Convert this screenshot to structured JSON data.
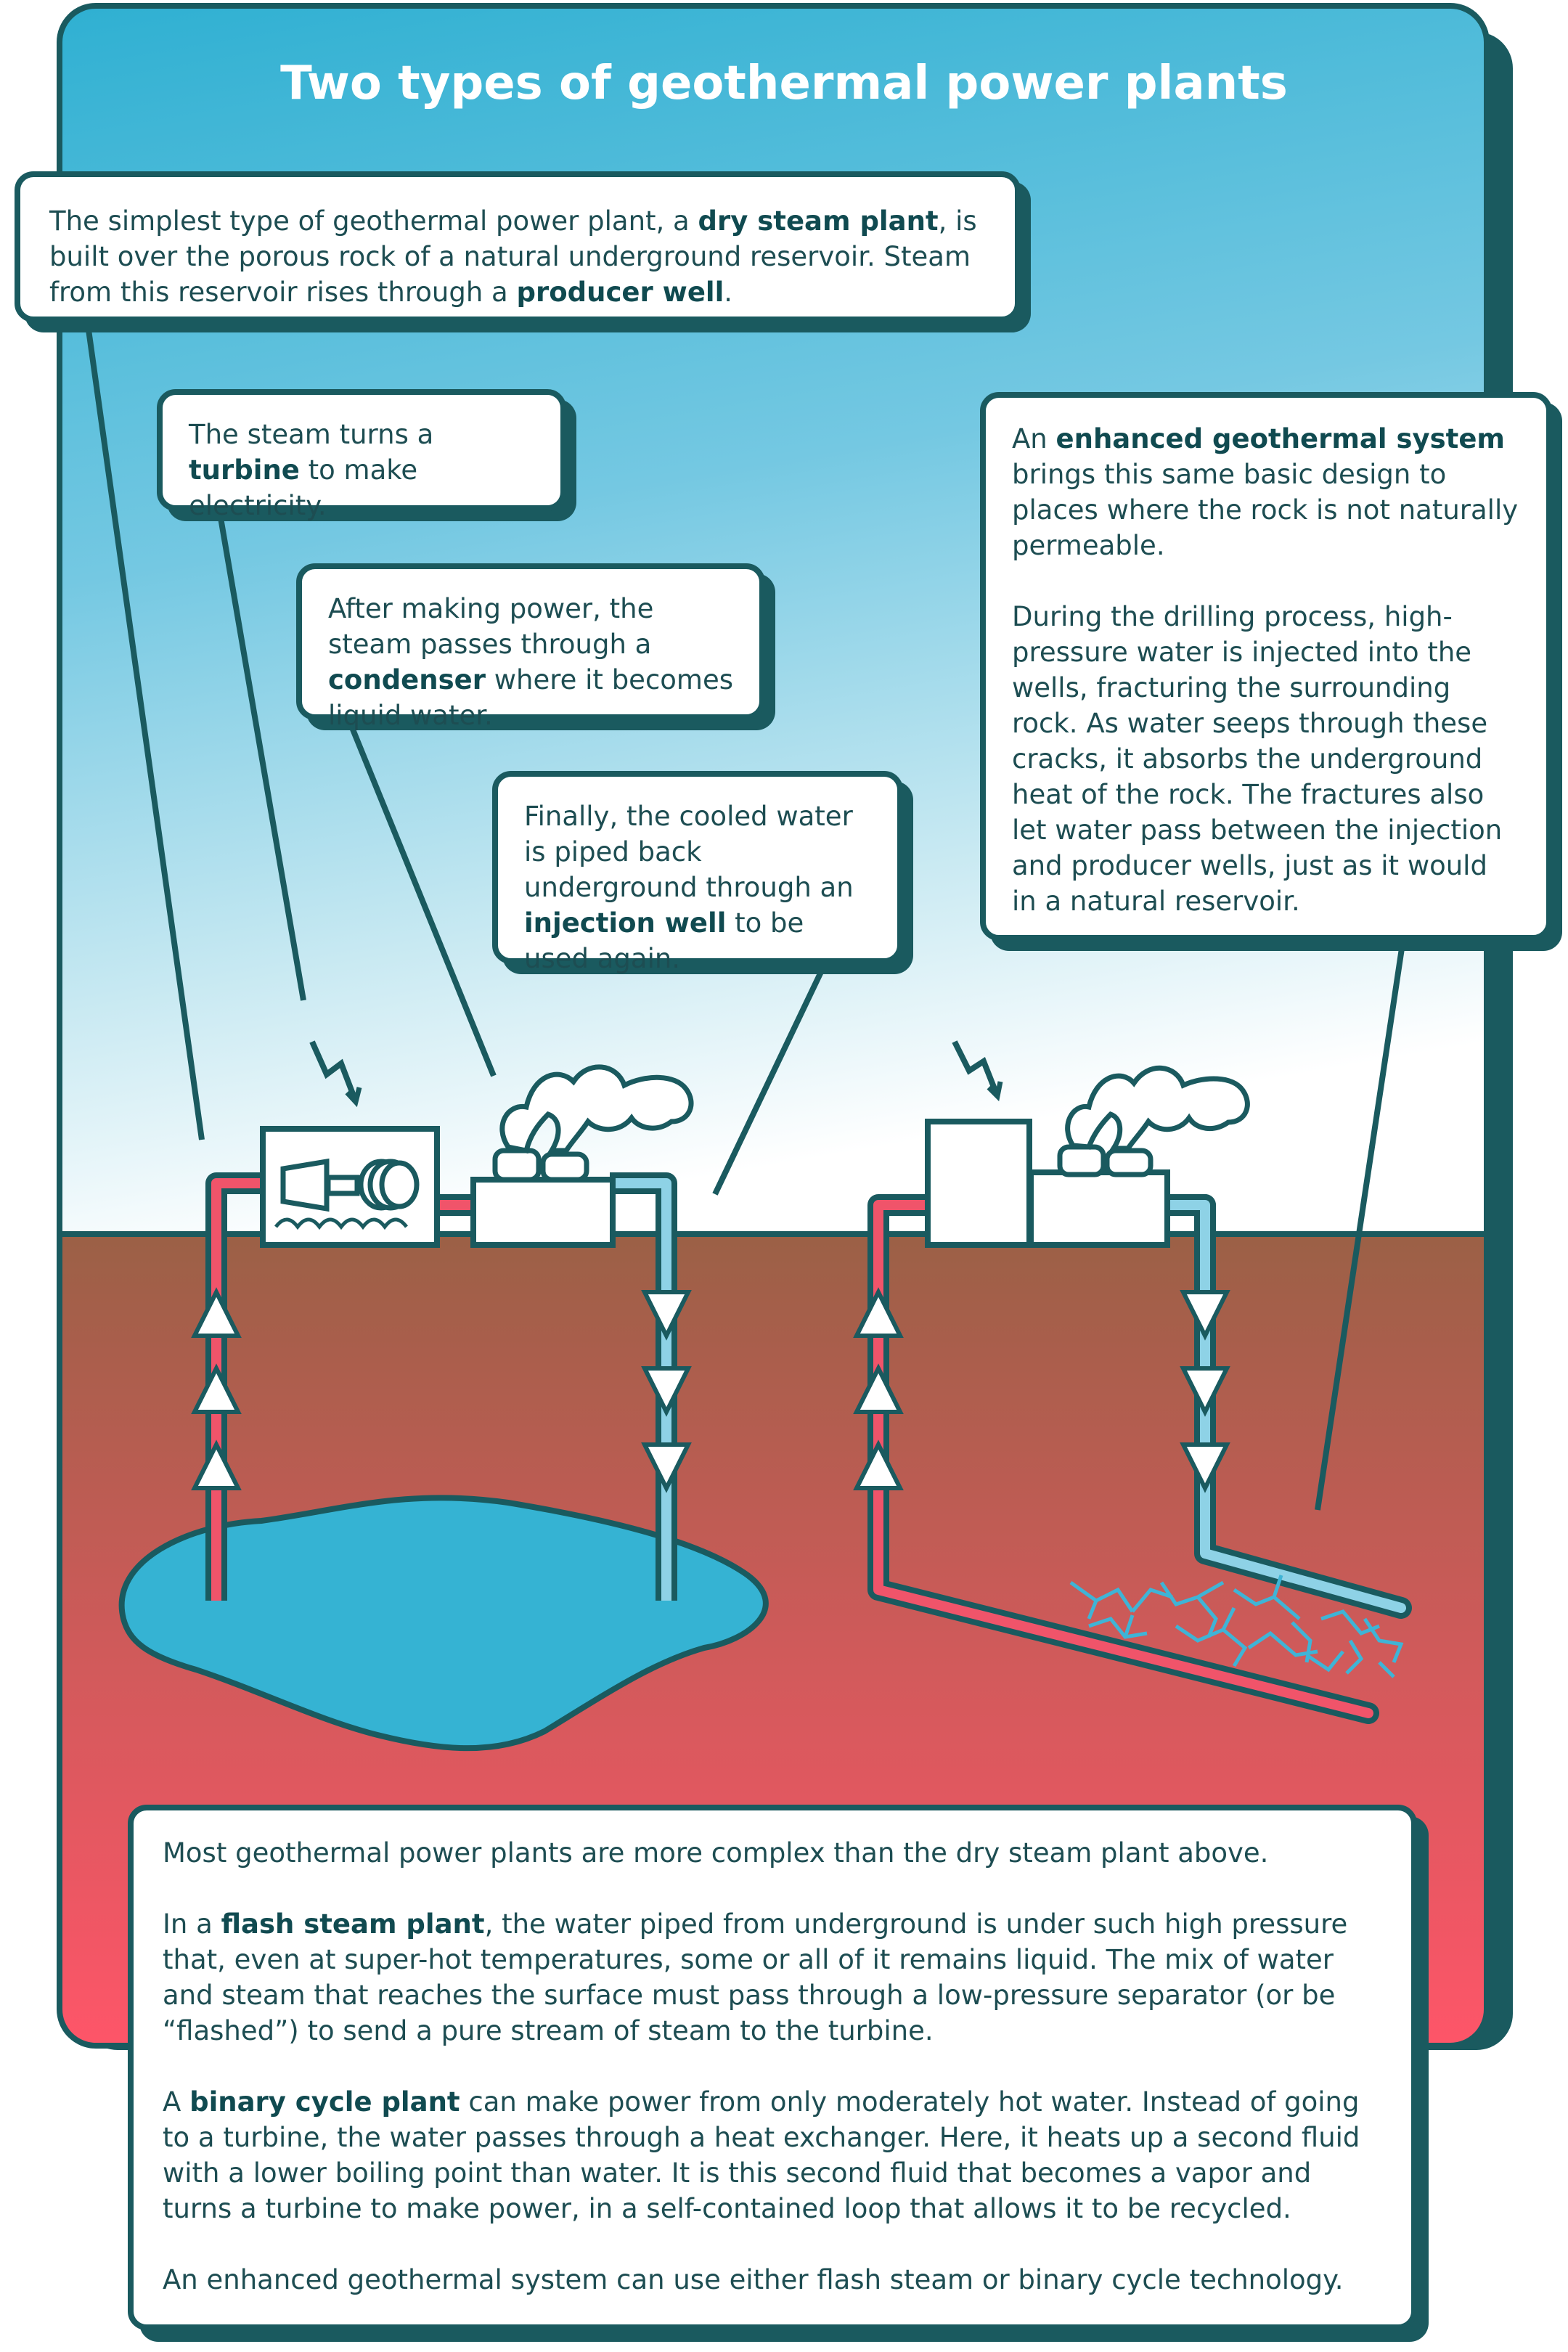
{
  "title": "Two types of geothermal power plants",
  "callouts": {
    "dry_steam": {
      "pre1": "The simplest type of geothermal power plant, a ",
      "b1": "dry steam plant",
      "mid1": ", is built over the porous rock of a natural underground reservoir. Steam from this reservoir rises through a ",
      "b2": "producer well",
      "post": "."
    },
    "turbine": {
      "pre": "The steam turns a ",
      "b": "turbine",
      "post": " to make electricity."
    },
    "condenser": {
      "pre": "After making power, the steam passes through a ",
      "b": "condenser",
      "post": " where it becomes liquid water."
    },
    "injection": {
      "pre": "Finally, the cooled water is piped back underground through an ",
      "b": "injection well",
      "post": " to be used again."
    },
    "egs": {
      "pre": "An ",
      "b": "enhanced geothermal system",
      "post": " brings this same basic design to places where the rock is not naturally permeable.",
      "para2": "During the drilling process, high-pressure water is injected into the wells, fracturing the surrounding rock. As water seeps through these cracks, it absorbs the underground heat of the rock. The fractures also let water pass between the injection and producer wells, just as it would in a natural reservoir."
    }
  },
  "bottom": {
    "p1": "Most geothermal power plants are more complex than the dry steam plant above.",
    "p2_pre": "In a ",
    "p2_b": "flash steam plant",
    "p2_post": ", the water piped from underground is under such high pressure that, even at super-hot temperatures, some or all of it remains liquid. The mix of water and steam that reaches the surface must pass through a low-pressure separator (or be “flashed”) to send a pure stream of steam to the turbine.",
    "p3_pre": "A ",
    "p3_b": "binary cycle plant",
    "p3_post": " can make power from only moderately hot water. Instead of going to a turbine, the water passes through a heat exchanger. Here, it heats up a second fluid with a lower boiling point than water. It is this second fluid that becomes a vapor and turns a turbine to make power, in a self-contained loop that allows it to be recycled.",
    "p4": "An enhanced geothermal system can use either flash steam or binary cycle technology."
  },
  "colors": {
    "outline": "#1a5a5f",
    "sky_top": "#35b3d3",
    "sky_bottom": "#ffffff",
    "ground_top": "#9a5f45",
    "ground_bottom": "#ff5468",
    "hot_pipe": "#f0546a",
    "cold_pipe": "#8ed2e6",
    "reservoir": "#35b3d3"
  },
  "icons": [
    "lightning-icon",
    "steam-cloud-icon",
    "up-arrow-icon",
    "down-arrow-icon",
    "rock-fracture-icon"
  ]
}
